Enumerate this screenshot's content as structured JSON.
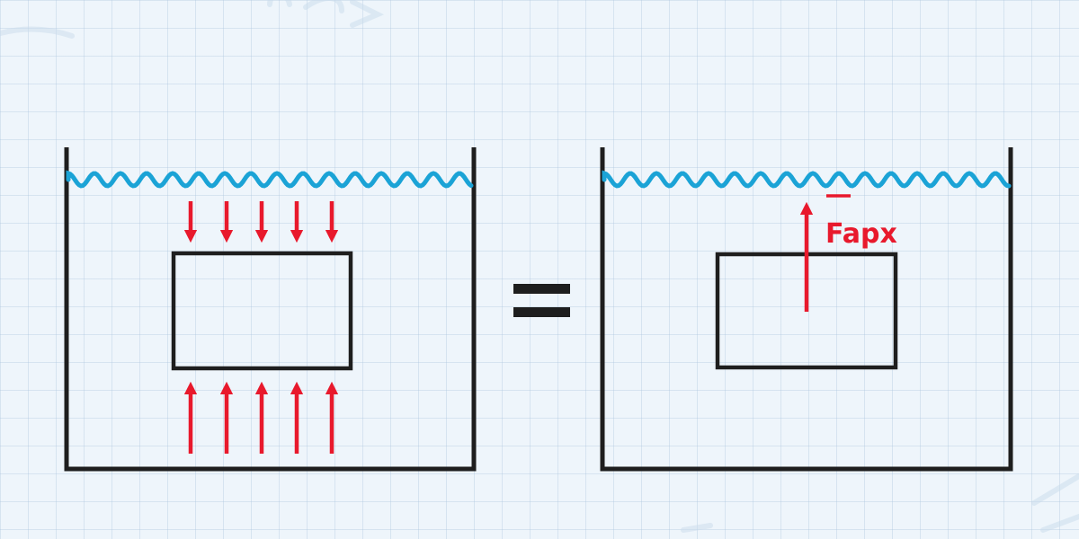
{
  "diagram": {
    "colors": {
      "background": "#eef5fb",
      "outline": "#1e1e1e",
      "water": "#1ba3d6",
      "force": "#e8192c",
      "watermark": "#c9dcec"
    },
    "left_panel": {
      "pressure_down_arrow_count": 5,
      "pressure_up_arrow_count": 5
    },
    "operator": "=",
    "right_panel": {
      "force_label": "Fapx",
      "force_label_overline": true
    }
  }
}
